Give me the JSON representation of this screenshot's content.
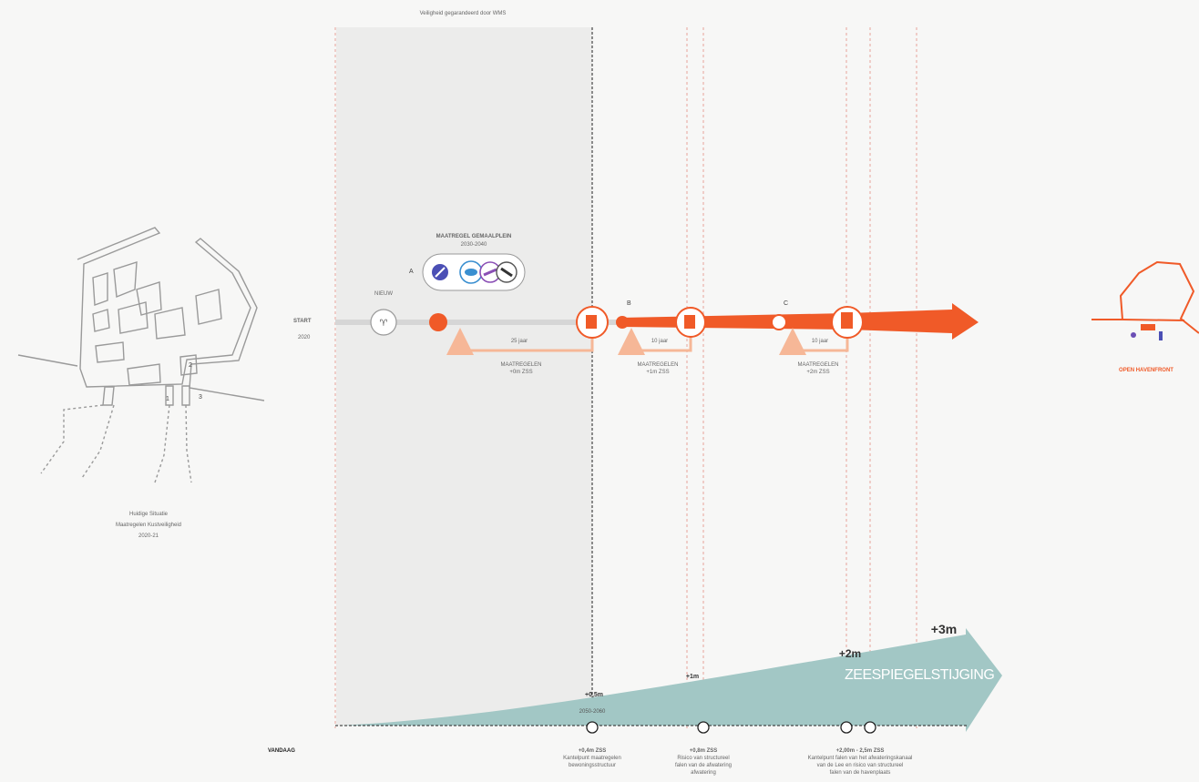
{
  "header": {
    "wms_note": "Veiligheid gegarandeerd door WMS"
  },
  "timeline": {
    "start_label": "START",
    "start_year": "2020",
    "nieuw_label": "NIEUW",
    "icon_letters": [
      "A",
      "B",
      "C"
    ],
    "cluster_title": "MAATREGEL GEMAALPLEIN",
    "cluster_years": "2030-2040",
    "return_times": [
      "25 jaar",
      "10 jaar",
      "10 jaar"
    ],
    "maatregel_labels": [
      {
        "line1": "MAATREGELEN",
        "line2": "+0m ZSS"
      },
      {
        "line1": "MAATREGELEN",
        "line2": "+1m ZSS"
      },
      {
        "line1": "MAATREGELEN",
        "line2": "+2m ZSS"
      }
    ]
  },
  "left_map": {
    "numbers": [
      "1",
      "2",
      "3"
    ],
    "caption_lines": [
      "Huidige Situatie",
      "Maatregelen Kustveiligheid",
      "2020-21"
    ]
  },
  "right_map": {
    "label": "OPEN HAVENFRONT"
  },
  "sealevel": {
    "label": "ZEESPIEGELSTIJGING",
    "markers": [
      "+0,5m",
      "+1m",
      "+2m",
      "+3m"
    ],
    "year_label": "2050-2060",
    "vandaag": "VANDAAG",
    "captions": [
      {
        "line1": "+0,4m ZSS",
        "line2": "Kantelpunt maatregelen",
        "line3": "bewoningsstructuur"
      },
      {
        "line1": "+0,8m ZSS",
        "line2": "Risico van structureel",
        "line3": "falen van de afwatering",
        "line4": "afwatering"
      },
      {
        "line1": "+2,00m - 2,5m ZSS",
        "line2": "Kantelpunt falen van het afwateringskanaal",
        "line3": "van de Lee en risico van structureel",
        "line4": "falen van de havenplaats"
      }
    ]
  },
  "colors": {
    "orange": "#f05a28",
    "light_orange": "#f6b797",
    "teal": "#a2c7c5",
    "grey_band": "#ececeb",
    "red_dotted": "#e7a39a"
  }
}
